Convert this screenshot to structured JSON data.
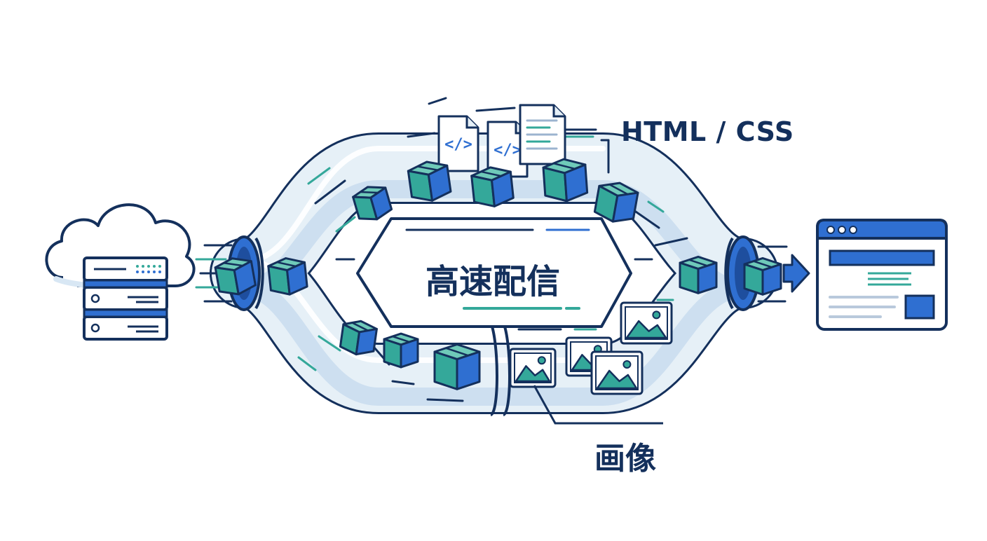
{
  "labels": {
    "center": "高速配信",
    "html_css": "HTML / CSS",
    "image": "画像"
  },
  "colors": {
    "outline": "#14305c",
    "blue": "#2f6fd1",
    "green": "#34a89a",
    "pipe": "#e6f0f7",
    "pipe_shadow": "#cddff0",
    "code": "#2f6fd1"
  },
  "icons": {
    "origin": "cloud-server-icon",
    "package": "box-icon",
    "file": "code-file-icon",
    "photo": "image-icon",
    "destination": "browser-window-icon",
    "arrow": "arrow-right-icon"
  },
  "file_glyph": "</>"
}
